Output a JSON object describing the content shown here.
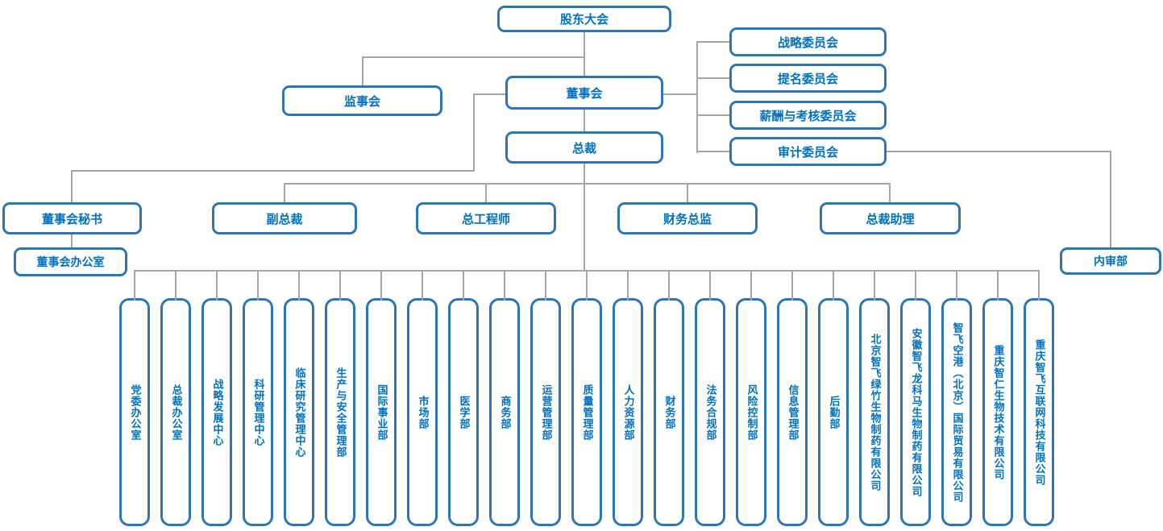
{
  "diagram_type": "org-chart",
  "colors": {
    "box_border": "#2E75B6",
    "box_text": "#0070C0",
    "connector_line": "#A6A6A6",
    "background": "#FFFFFF"
  },
  "nodes": {
    "shareholders_meeting": "股东大会",
    "supervisory_board": "监事会",
    "board_of_directors": "董事会",
    "president": "总裁",
    "board_office": "董事会办公室",
    "internal_audit_dept": "内审部"
  },
  "committees": [
    "战略委员会",
    "提名委员会",
    "薪酬与考核委员会",
    "审计委员会"
  ],
  "executives": [
    "董事会秘书",
    "副总裁",
    "总工程师",
    "财务总监",
    "总裁助理"
  ],
  "departments": [
    "党委办公室",
    "总裁办公室",
    "战略发展中心",
    "科研管理中心",
    "临床研究管理中心",
    "生产与安全管理部",
    "国际事业部",
    "市场部",
    "医学部",
    "商务部",
    "运营管理部",
    "质量管理部",
    "人力资源部",
    "财务部",
    "法务合规部",
    "风险控制部",
    "信息管理部",
    "后勤部",
    "北京智飞绿竹生物制药有限公司",
    "安徽智飞龙科马生物制药有限公司",
    "智飞空港（北京）国际贸易有限公司",
    "重庆智仁生物技术有限公司",
    "重庆智飞互联网科技有限公司"
  ]
}
